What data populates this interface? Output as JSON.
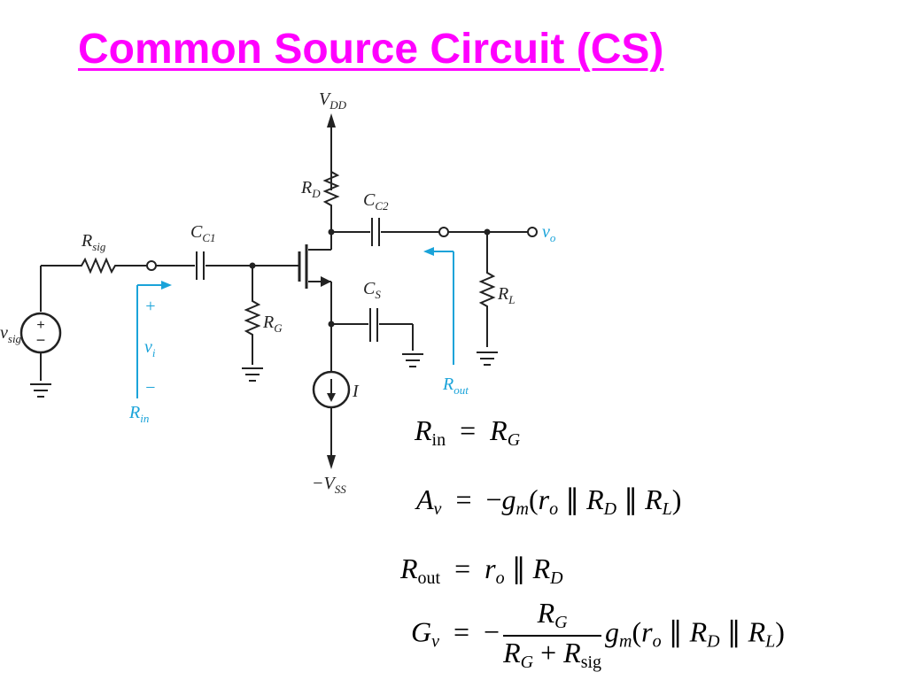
{
  "title": {
    "text": "Common Source Circuit (CS)",
    "color": "#ff00ff"
  },
  "circuit": {
    "vdd": "VDD",
    "rd": "RD",
    "cc2": "CC2",
    "vo": "vo",
    "rsig": "Rsig",
    "cc1": "CC1",
    "rg": "RG",
    "cs": "CS",
    "rl": "RL",
    "vsig": "vsig",
    "vi": "vi",
    "rin": "Rin",
    "rout": "Rout",
    "current": "I",
    "vss": "-VSS",
    "plus": "+",
    "minus": "−"
  },
  "equations": [
    {
      "lhs": "Rin",
      "rhs": "RG"
    },
    {
      "lhs": "Av",
      "rhs": "−gm(ro ∥ RD ∥ RL)"
    },
    {
      "lhs": "Rout",
      "rhs": "ro ∥ RD"
    },
    {
      "lhs": "Gv",
      "num": "RG",
      "den": "RG + Rsig",
      "rhs": "gm(ro ∥ RD ∥ RL)"
    }
  ],
  "colors": {
    "wire": "#222222",
    "annotation": "#1aa3d9"
  }
}
